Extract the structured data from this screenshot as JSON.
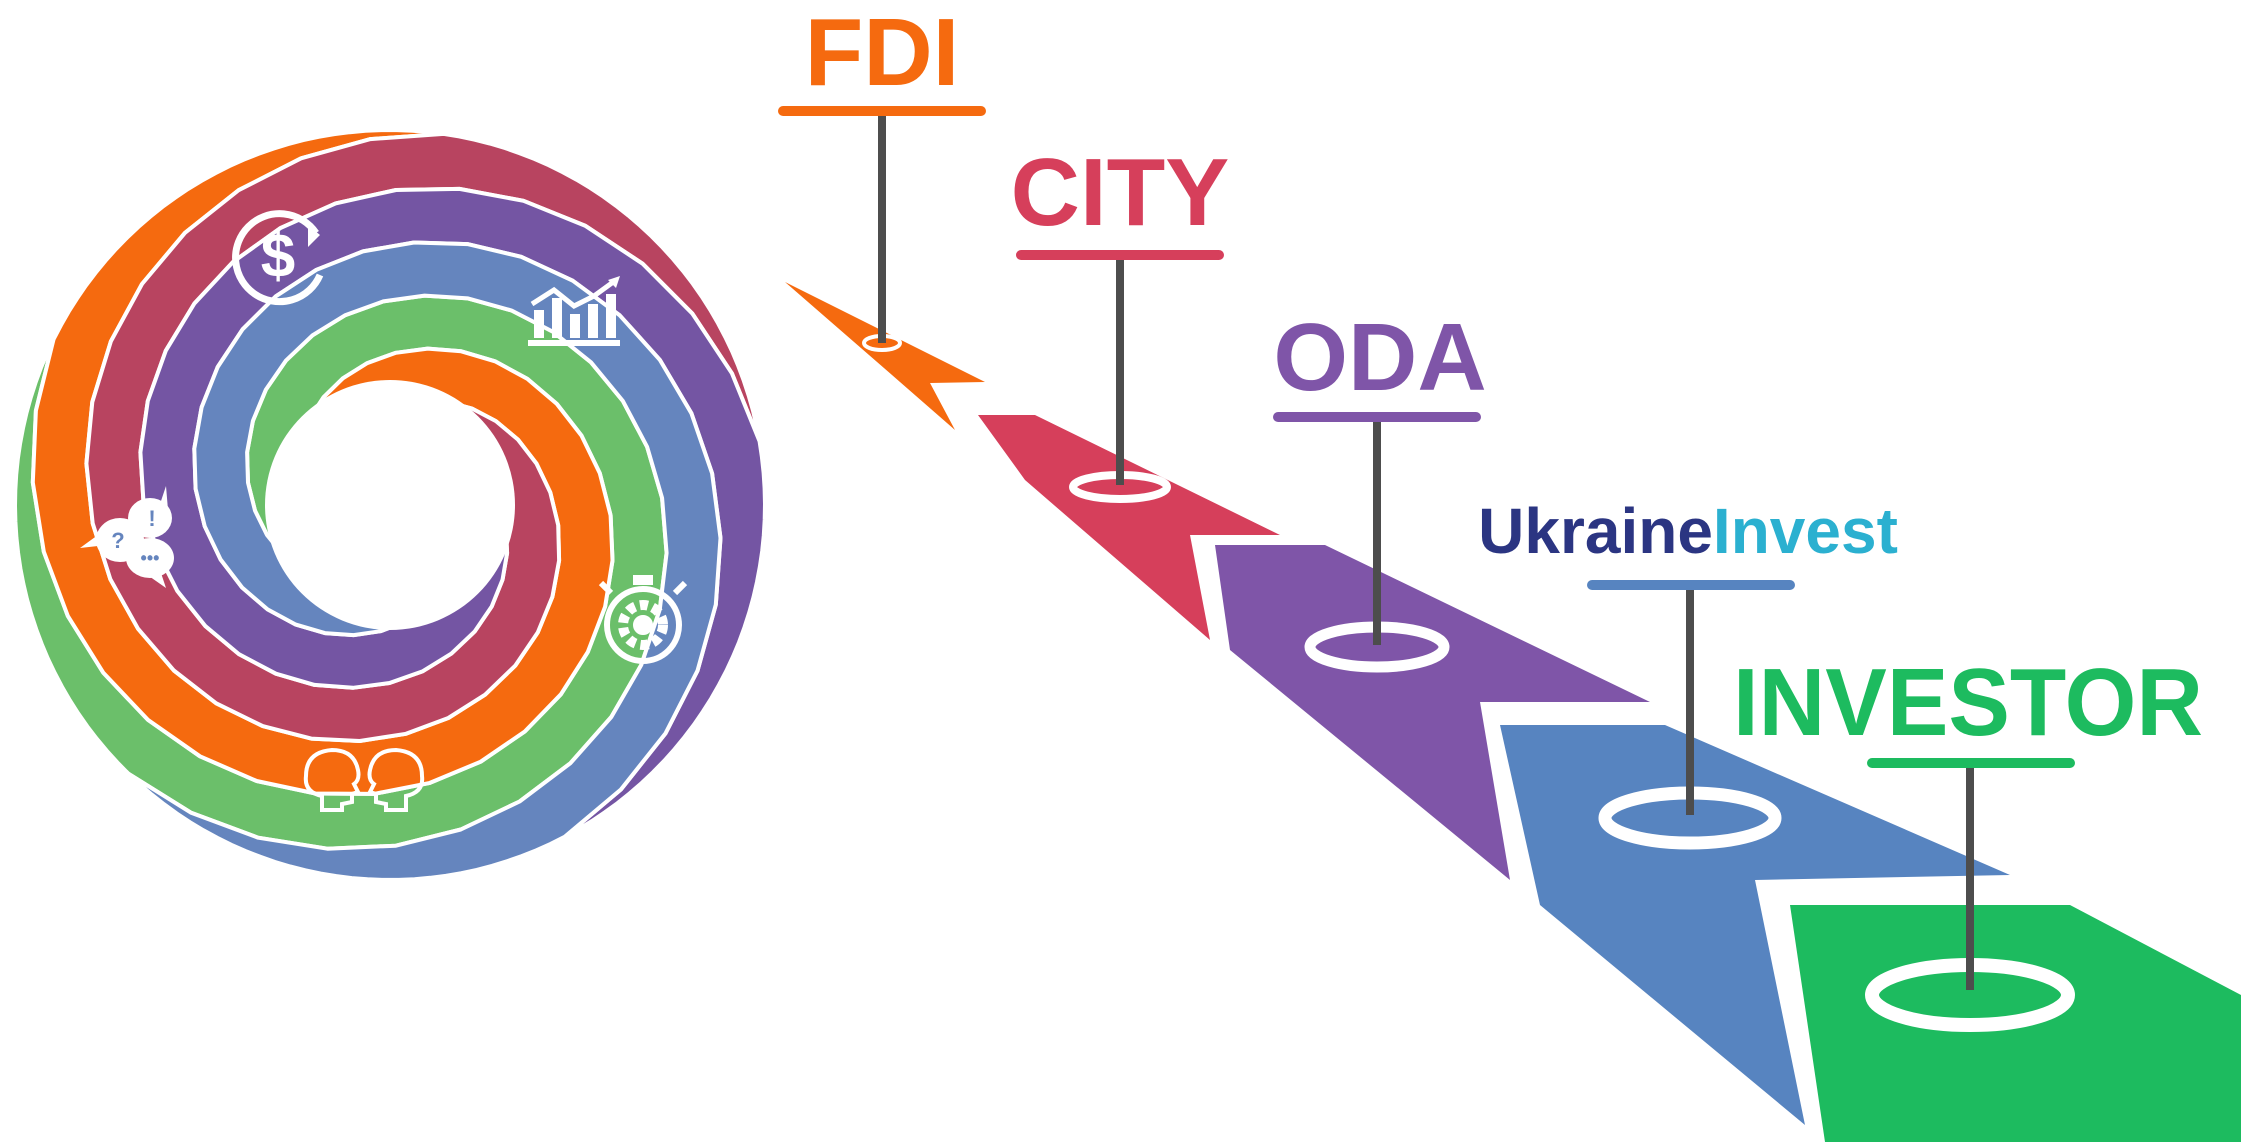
{
  "stages": [
    {
      "label": "FDI",
      "color": "#f56a0f"
    },
    {
      "label": "CITY",
      "color": "#d63f5b"
    },
    {
      "label": "ODA",
      "color": "#7f55a8"
    },
    {
      "label_part1": "Ukraine",
      "label_part2": "Invest",
      "color_part1": "#2b3582",
      "color_part2": "#2bb0d0",
      "bar_color": "#5784c0"
    },
    {
      "label": "INVESTOR",
      "color": "#1dbb5f"
    }
  ],
  "cycle": {
    "segments": [
      {
        "icon": "dollar-cycle-icon",
        "color": "#6bbf6a"
      },
      {
        "icon": "growth-chart-icon",
        "color": "#f56a0f"
      },
      {
        "icon": "stopwatch-gear-icon",
        "color": "#b84460"
      },
      {
        "icon": "two-heads-icon",
        "color": "#7455a3"
      },
      {
        "icon": "discussion-bubbles-icon",
        "color": "#6585be"
      }
    ]
  },
  "pin_color": "#4d4d4d"
}
